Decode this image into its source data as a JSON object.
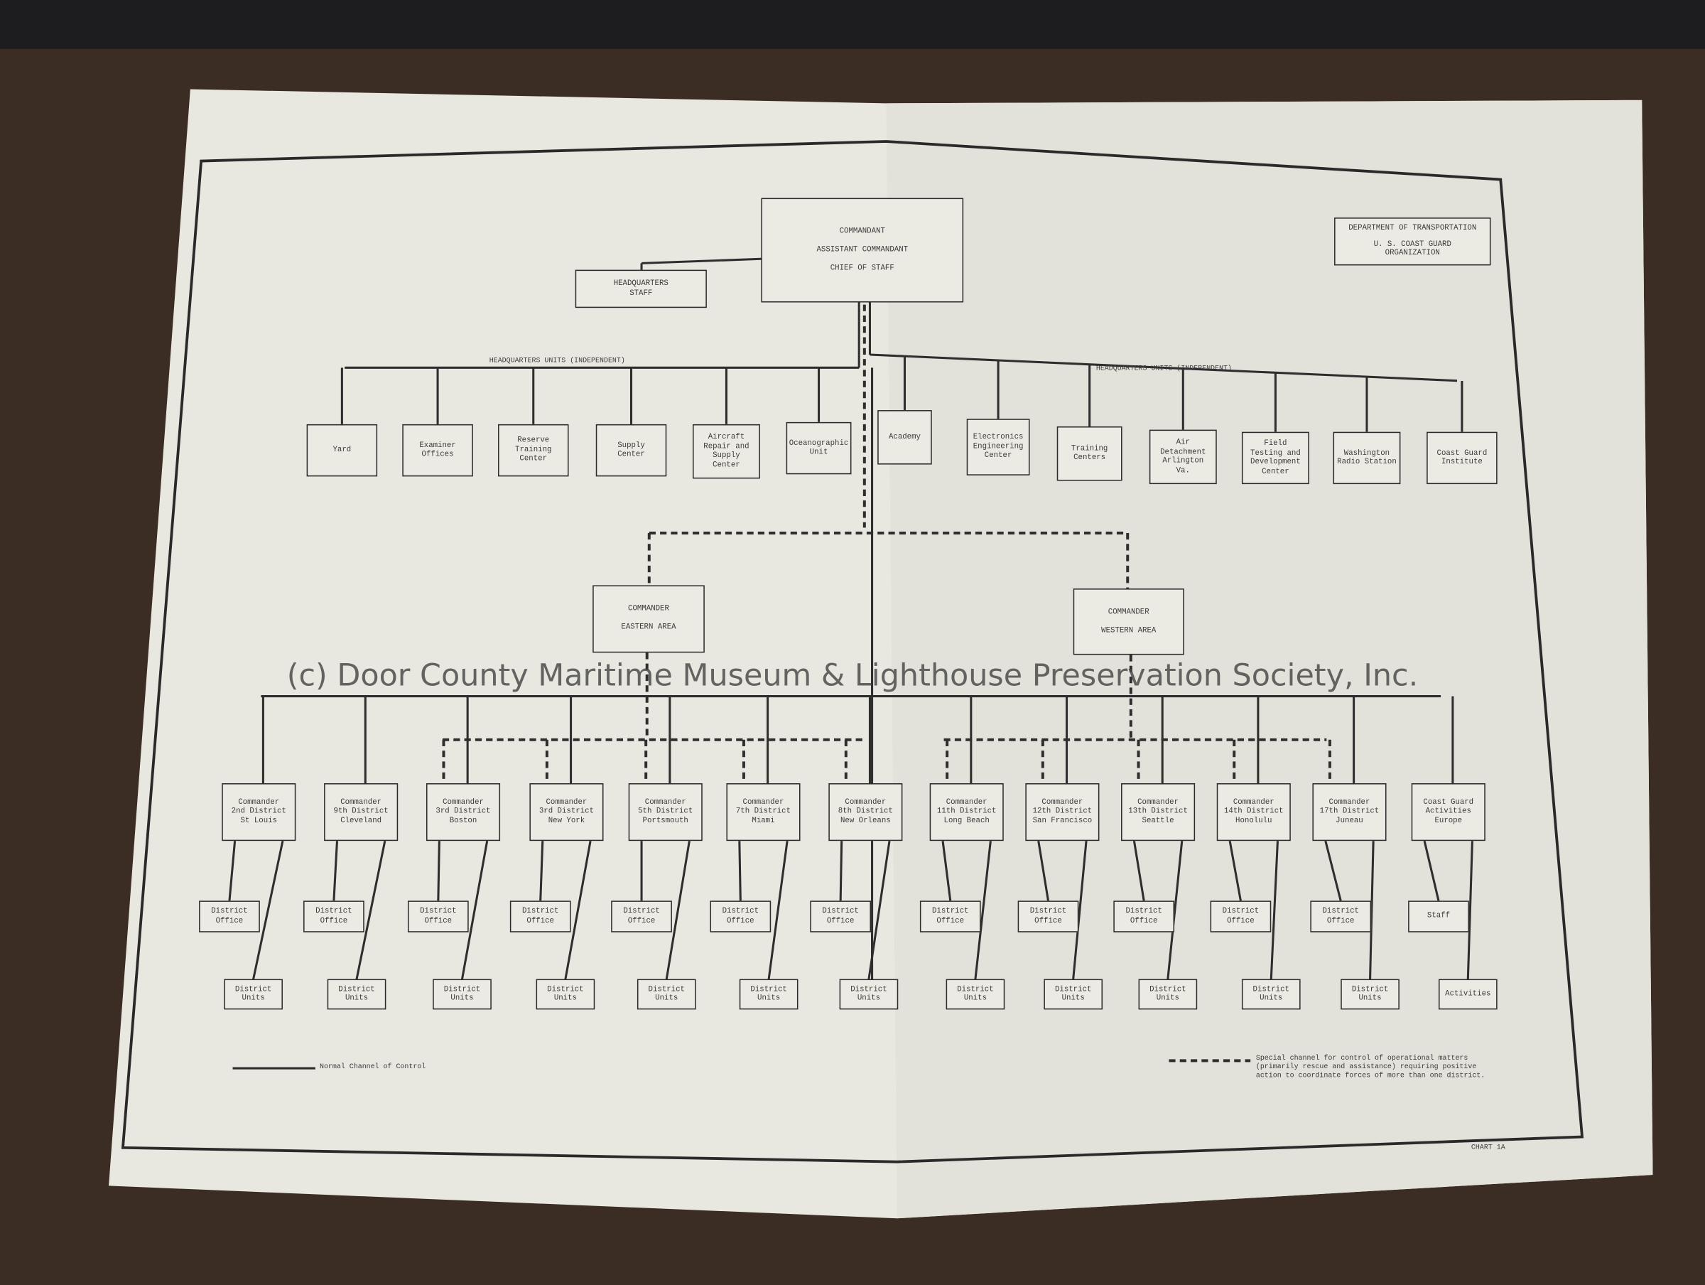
{
  "header_box": {
    "line1": "DEPARTMENT OF TRANSPORTATION",
    "line2": "U. S. COAST GUARD\nORGANIZATION"
  },
  "commandant": "COMMANDANT\n\nASSISTANT COMMANDANT\n\nCHIEF OF STAFF",
  "hq_staff": "HEADQUARTERS\nSTAFF",
  "hq_units_left": {
    "title": "HEADQUARTERS UNITS (INDEPENDENT)",
    "units": [
      "Yard",
      "Examiner\nOffices",
      "Reserve\nTraining\nCenter",
      "Supply\nCenter",
      "Aircraft\nRepair and\nSupply\nCenter",
      "Oceanographic\nUnit"
    ]
  },
  "hq_units_right": {
    "title": "HEADQUARTERS UNITS (INDEPENDENT)",
    "units": [
      "Academy",
      "Electronics\nEngineering\nCenter",
      "Training\nCenters",
      "Air\nDetachment\nArlington\nVa.",
      "Field\nTesting and\nDevelopment\nCenter",
      "Washington\nRadio Station",
      "Coast Guard\nInstitute"
    ]
  },
  "areas": [
    "COMMANDER\n\nEASTERN AREA",
    "COMMANDER\n\nWESTERN AREA"
  ],
  "districts": [
    {
      "commander": "Commander\n2nd District\nSt Louis",
      "office": "District\nOffice",
      "units": "District\nUnits"
    },
    {
      "commander": "Commander\n9th District\nCleveland",
      "office": "District\nOffice",
      "units": "District\nUnits"
    },
    {
      "commander": "Commander\n3rd District\nBoston",
      "office": "District\nOffice",
      "units": "District\nUnits"
    },
    {
      "commander": "Commander\n3rd District\nNew York",
      "office": "District\nOffice",
      "units": "District\nUnits"
    },
    {
      "commander": "Commander\n5th District\nPortsmouth",
      "office": "District\nOffice",
      "units": "District\nUnits"
    },
    {
      "commander": "Commander\n7th District\nMiami",
      "office": "District\nOffice",
      "units": "District\nUnits"
    },
    {
      "commander": "Commander\n8th District\nNew Orleans",
      "office": "District\nOffice",
      "units": "District\nUnits"
    },
    {
      "commander": "Commander\n11th District\nLong Beach",
      "office": "District\nOffice",
      "units": "District\nUnits"
    },
    {
      "commander": "Commander\n12th District\nSan Francisco",
      "office": "District\nOffice",
      "units": "District\nUnits"
    },
    {
      "commander": "Commander\n13th District\nSeattle",
      "office": "District\nOffice",
      "units": "District\nUnits"
    },
    {
      "commander": "Commander\n14th District\nHonolulu",
      "office": "District\nOffice",
      "units": "District\nUnits"
    },
    {
      "commander": "Commander\n17th District\nJuneau",
      "office": "District\nOffice",
      "units": "District\nUnits"
    },
    {
      "commander": "Coast Guard\nActivities\nEurope",
      "office": "Staff",
      "units": "Activities"
    }
  ],
  "legend": {
    "normal": "Normal Channel of Control",
    "special": "Special channel for control of operational matters\n(primarily rescue and assistance) requiring positive\naction to coordinate forces of more than one district."
  },
  "chart_id": "CHART 1A",
  "watermark": "(c) Door County Maritime Museum & Lighthouse Preservation Society, Inc."
}
